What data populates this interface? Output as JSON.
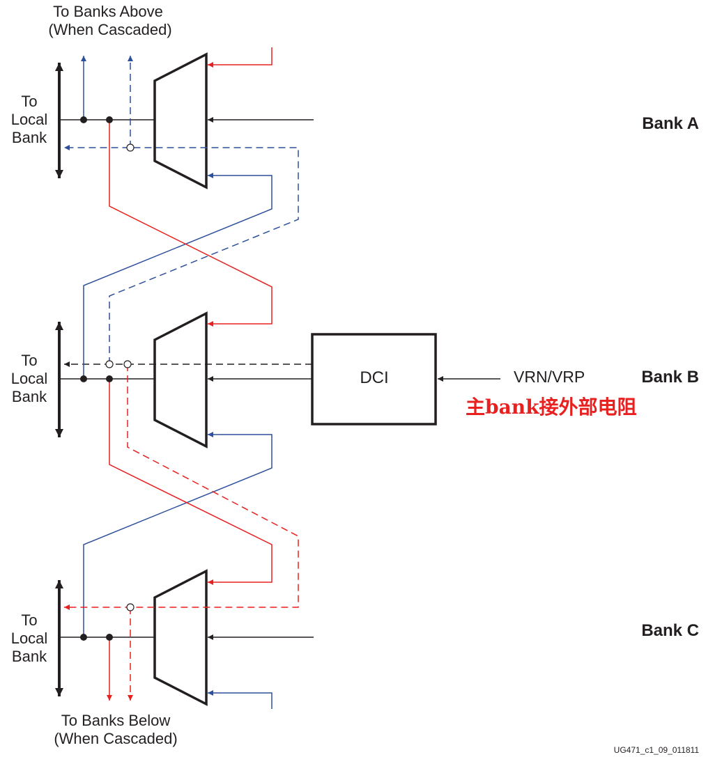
{
  "labels": {
    "top_line1": "To Banks Above",
    "top_line2": "(When Cascaded)",
    "bottom_line1": "To Banks Below",
    "bottom_line2": "(When Cascaded)",
    "local_bank_line1": "To",
    "local_bank_line2": "Local",
    "local_bank_line3": "Bank",
    "dci": "DCI",
    "vrn_vrp": "VRN/VRP",
    "annotation": "主bank接外部电阻",
    "figure_id": "UG471_c1_09_011811"
  },
  "banks": [
    {
      "label": "Bank A"
    },
    {
      "label": "Bank B"
    },
    {
      "label": "Bank C"
    }
  ],
  "colors": {
    "black": "#231f20",
    "blue": "#2e4f9c",
    "red": "#e8201f"
  }
}
